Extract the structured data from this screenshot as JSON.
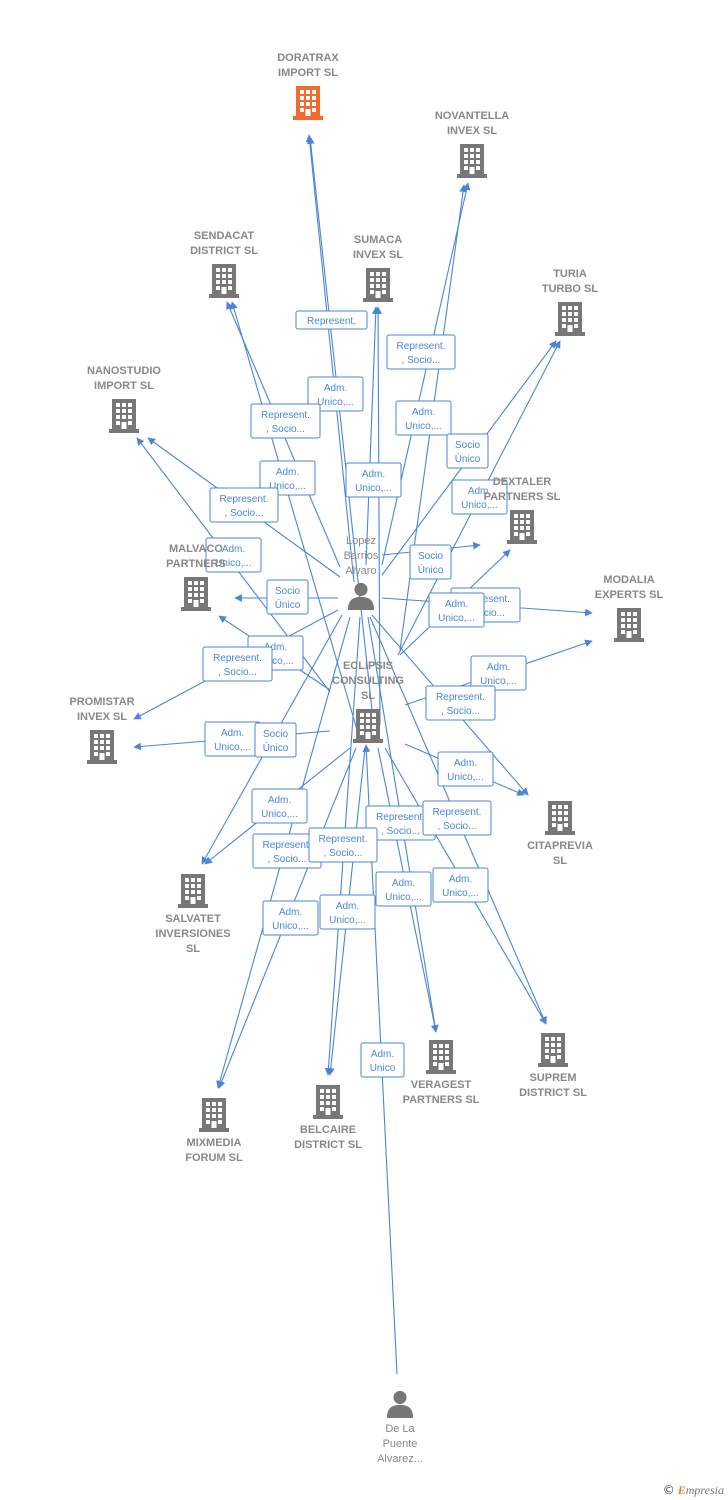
{
  "colors": {
    "edge": "#4a86d8",
    "company": "#777777",
    "highlight": "#f26a2e",
    "person": "#777777"
  },
  "nodes": [
    {
      "id": "doratrax",
      "kind": "company",
      "highlight": true,
      "icon": "building-icon",
      "lines": [
        "DORATRAX",
        "IMPORT  SL"
      ]
    },
    {
      "id": "novantella",
      "kind": "company",
      "icon": "building-icon",
      "lines": [
        "NOVANTELLA",
        "INVEX  SL"
      ]
    },
    {
      "id": "sendacat",
      "kind": "company",
      "icon": "building-icon",
      "lines": [
        "SENDACAT",
        "DISTRICT  SL"
      ]
    },
    {
      "id": "sumaca",
      "kind": "company",
      "icon": "building-icon",
      "lines": [
        "SUMACA",
        "INVEX  SL"
      ]
    },
    {
      "id": "turia",
      "kind": "company",
      "icon": "building-icon",
      "lines": [
        "TURIA",
        "TURBO  SL"
      ]
    },
    {
      "id": "nanostudio",
      "kind": "company",
      "icon": "building-icon",
      "lines": [
        "NANOSTUDIO",
        "IMPORT  SL"
      ]
    },
    {
      "id": "dextaler",
      "kind": "company",
      "icon": "building-icon",
      "lines": [
        "DEXTALER",
        "PARTNERS  SL"
      ]
    },
    {
      "id": "malvaco",
      "kind": "company",
      "icon": "building-icon",
      "lines": [
        "MALVACO",
        "PARTNERS"
      ]
    },
    {
      "id": "modalia",
      "kind": "company",
      "icon": "building-icon",
      "lines": [
        "MODALIA",
        "EXPERTS  SL"
      ]
    },
    {
      "id": "eclipsis",
      "kind": "company",
      "icon": "building-icon",
      "lines": [
        "ECLIPSIS",
        "CONSULTING",
        "SL"
      ]
    },
    {
      "id": "promistar",
      "kind": "company",
      "icon": "building-icon",
      "lines": [
        "PROMISTAR",
        "INVEX  SL"
      ]
    },
    {
      "id": "citaprevia",
      "kind": "company",
      "icon": "building-icon",
      "lines": [
        "CITAPREVIA",
        "SL"
      ]
    },
    {
      "id": "salvatet",
      "kind": "company",
      "icon": "building-icon",
      "lines": [
        "SALVATET",
        "INVERSIONES",
        "SL"
      ]
    },
    {
      "id": "veragest",
      "kind": "company",
      "icon": "building-icon",
      "lines": [
        "VERAGEST",
        "PARTNERS  SL"
      ]
    },
    {
      "id": "suprem",
      "kind": "company",
      "icon": "building-icon",
      "lines": [
        "SUPREM",
        "DISTRICT  SL"
      ]
    },
    {
      "id": "mixmedia",
      "kind": "company",
      "icon": "building-icon",
      "lines": [
        "MIXMEDIA",
        "FORUM  SL"
      ]
    },
    {
      "id": "belcaire",
      "kind": "company",
      "icon": "building-icon",
      "lines": [
        "BELCAIRE",
        "DISTRICT  SL"
      ]
    },
    {
      "id": "lopez",
      "kind": "person",
      "icon": "person-icon",
      "lines": [
        "Lopez",
        "Barrios",
        "Alvaro"
      ]
    },
    {
      "id": "delapuente",
      "kind": "person",
      "icon": "person-icon",
      "lines": [
        "De La",
        "Puente",
        "Alvarez..."
      ]
    }
  ],
  "tags": [
    {
      "lines": [
        "Represent."
      ]
    },
    {
      "lines": [
        "Represent.",
        ", Socio..."
      ]
    },
    {
      "lines": [
        "Adm.",
        "Unico,..."
      ]
    },
    {
      "lines": [
        "Represent.",
        ", Socio..."
      ]
    },
    {
      "lines": [
        "Adm.",
        "Unico,..."
      ]
    },
    {
      "lines": [
        "Socio",
        "Único"
      ]
    },
    {
      "lines": [
        "Adm.",
        "Unico,..."
      ]
    },
    {
      "lines": [
        "Adm.",
        "Unico,..."
      ]
    },
    {
      "lines": [
        "Represent.",
        ", Socio..."
      ]
    },
    {
      "lines": [
        "Adm.",
        "Unico,..."
      ]
    },
    {
      "lines": [
        "Adm.",
        "Unico,..."
      ]
    },
    {
      "lines": [
        "Socio",
        "Único"
      ]
    },
    {
      "lines": [
        "Socio",
        "Único"
      ]
    },
    {
      "lines": [
        "Represent.",
        ", Socio..."
      ]
    },
    {
      "lines": [
        "Adm.",
        "Unico,..."
      ]
    },
    {
      "lines": [
        "Adm.",
        "Unico,..."
      ]
    },
    {
      "lines": [
        "Represent.",
        ", Socio..."
      ]
    },
    {
      "lines": [
        "Adm.",
        "Unico,..."
      ]
    },
    {
      "lines": [
        "Represent.",
        ", Socio..."
      ]
    },
    {
      "lines": [
        "Adm.",
        "Unico,..."
      ]
    },
    {
      "lines": [
        "Socio",
        "Único"
      ]
    },
    {
      "lines": [
        "Adm.",
        "Unico,..."
      ]
    },
    {
      "lines": [
        "Adm.",
        "Unico,..."
      ]
    },
    {
      "lines": [
        "Represent.",
        ", Socio..."
      ]
    },
    {
      "lines": [
        "Represent.",
        ", Socio..."
      ]
    },
    {
      "lines": [
        "Represent.",
        ", Socio..."
      ]
    },
    {
      "lines": [
        "Represent.",
        ", Socio..."
      ]
    },
    {
      "lines": [
        "Adm.",
        "Unico,..."
      ]
    },
    {
      "lines": [
        "Adm.",
        "Unico,..."
      ]
    },
    {
      "lines": [
        "Adm.",
        "Unico,..."
      ]
    },
    {
      "lines": [
        "Adm.",
        "Unico,..."
      ]
    },
    {
      "lines": [
        "Adm.",
        "Unico"
      ]
    }
  ],
  "watermark": {
    "copyright": "©",
    "brand_initial": "E",
    "brand_rest": "mpresia"
  }
}
